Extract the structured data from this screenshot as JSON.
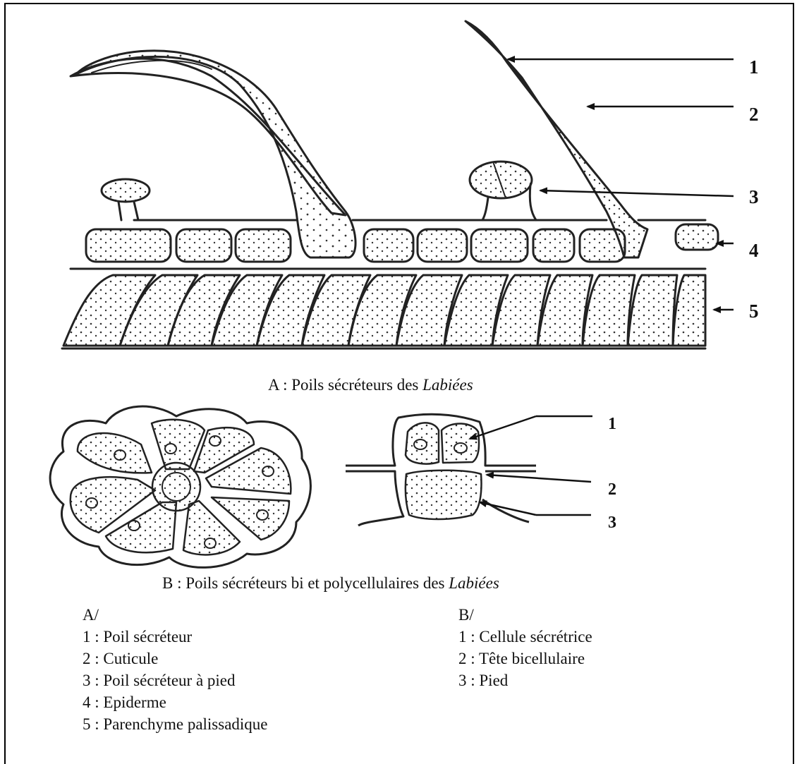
{
  "figure_a": {
    "caption_prefix": "A : Poils sécréteurs des ",
    "caption_italic": "Labiées",
    "callouts": [
      "1",
      "2",
      "3",
      "4",
      "5"
    ]
  },
  "figure_b": {
    "caption_prefix": "B : Poils sécréteurs bi et polycellulaires des ",
    "caption_italic": "Labiées",
    "callouts": [
      "1",
      "2",
      "3"
    ]
  },
  "legend_a": {
    "heading": "A/",
    "items": [
      "1 : Poil sécréteur",
      "2 : Cuticule",
      "3 : Poil sécréteur à pied",
      "4 : Epiderme",
      "5 : Parenchyme palissadique"
    ]
  },
  "legend_b": {
    "heading": "B/",
    "items": [
      "1 : Cellule sécrétrice",
      "2 : Tête bicellulaire",
      "3 : Pied"
    ]
  }
}
